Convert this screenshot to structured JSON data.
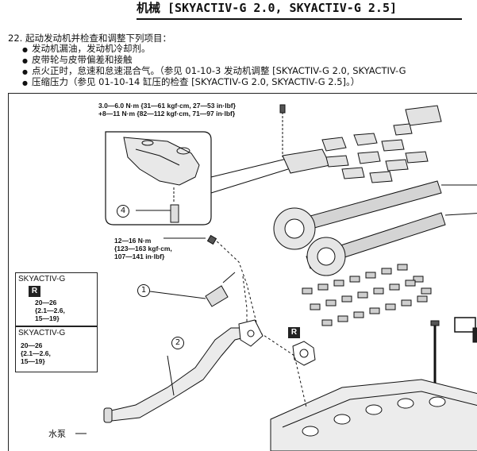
{
  "header": {
    "title": "机械 [SKYACTIV-G 2.0, SKYACTIV-G 2.5]"
  },
  "procedure": {
    "step_number": "22.",
    "step_text": "起动发动机并检查和调整下列项目：",
    "items": [
      "发动机漏油，发动机冷却剂。",
      "皮带轮与皮带偏差和接触",
      "点火正时，怠速和怠速混合气。（参见 01-10-3 发动机调整 [SKYACTIV-G 2.0, SKYACTIV-G",
      "压缩压力（参见 01-10-14 缸压的检查 [SKYACTIV-G 2.0, SKYACTIV-G 2.5]。）"
    ]
  },
  "figure": {
    "torque_top": [
      "3.0—6.0 N·m {31—61 kgf·cm, 27—53 in·lbf}",
      "+8—11 N·m {82—112 kgf·cm, 71—97 in·lbf}"
    ],
    "torque_mid": [
      "12—16 N·m",
      "{123—163 kgf·cm,",
      "107—141 in·lbf}"
    ],
    "callouts": {
      "c1": "1",
      "c2": "2",
      "c4": "4"
    },
    "r_badge": "R",
    "panel1": {
      "title": "SKYACTIV-G",
      "values": [
        "20—26",
        "{2.1—2.6,",
        "15—19}"
      ]
    },
    "panel2": {
      "title": "SKYACTIV-G",
      "values": [
        "20—26",
        "{2.1—2.6,",
        "15—19}"
      ]
    },
    "pump_label": "水泵"
  }
}
